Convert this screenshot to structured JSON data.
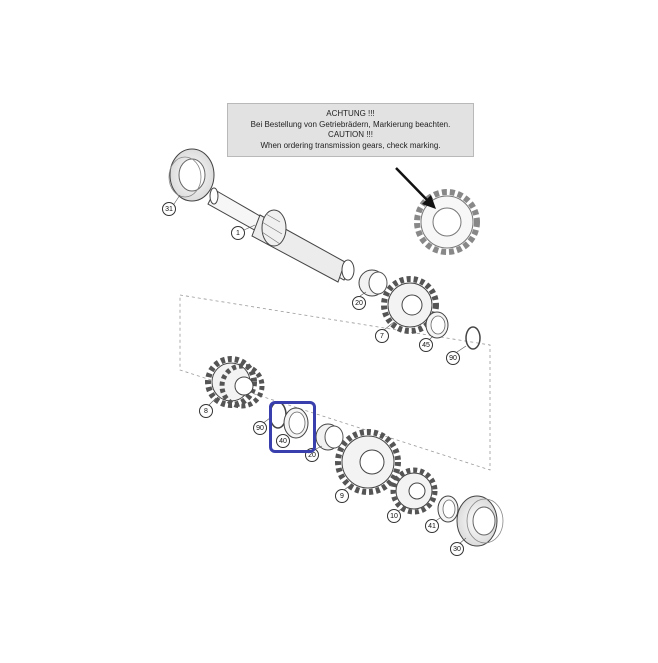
{
  "notice": {
    "line1": "ACHTUNG !!!",
    "line2": "Bei Bestellung von Getriebrädern, Markierung beachten.",
    "line3": "CAUTION !!!",
    "line4": "When ordering transmission gears, check marking."
  },
  "callouts": {
    "p31": "31",
    "p1": "1",
    "p20a": "20",
    "p7": "7",
    "p45": "45",
    "p90a": "90",
    "p8": "8",
    "p90b": "90",
    "p40": "40",
    "p20b": "20",
    "p9": "9",
    "p10": "10",
    "p41": "41",
    "p30": "30"
  },
  "colors": {
    "highlight": "#3a3fae",
    "line": "#444444",
    "fill": "#f4f4f4"
  }
}
